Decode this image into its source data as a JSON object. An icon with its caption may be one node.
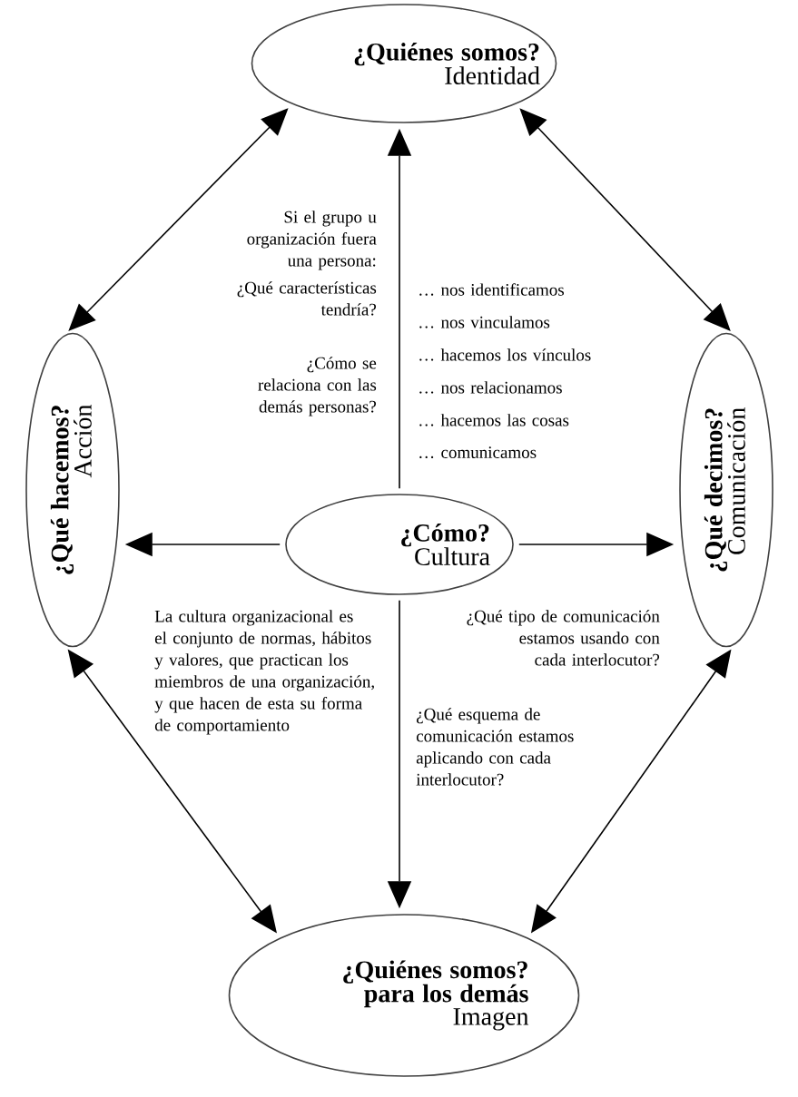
{
  "diagram": {
    "nodes": [
      {
        "text": [
          "¿Quiénes somos?",
          "Identidad"
        ]
      },
      {
        "text": [
          "¿Qué hacemos?",
          "Acción"
        ]
      },
      {
        "text": [
          "¿Cómo?",
          "Cultura"
        ]
      },
      {
        "text": [
          "¿Qué decimos?",
          "Comunicación"
        ]
      },
      {
        "text": [
          "¿Quiénes somos? para los demás",
          "Imagen"
        ]
      }
    ],
    "edges": [
      {
        "from": 2,
        "to": 0,
        "arrow": "to"
      },
      {
        "from": 2,
        "to": 1,
        "arrow": "to"
      },
      {
        "from": 2,
        "to": 3,
        "arrow": "to"
      },
      {
        "from": 2,
        "to": 4,
        "arrow": "to"
      },
      {
        "from": 0,
        "to": 1,
        "arrow": "both"
      },
      {
        "from": 0,
        "to": 3,
        "arrow": "both"
      },
      {
        "from": 4,
        "to": 1,
        "arrow": "both"
      },
      {
        "from": 4,
        "to": 3,
        "arrow": "both"
      }
    ],
    "labels": [
      "Si el grupo u organización fuera una persona:",
      "… nos identificamos",
      "¿Qué características tendría?",
      "… nos vinculamos",
      "… hacemos los vínculos",
      "¿Cómo se relaciona con las demás personas?",
      "… nos relacionamos",
      "… hacemos las cosas",
      "… comunicamos",
      "La cultura organizacional es el conjunto de normas, hábitos y valores, que practican los miembros de una organización, y que hacen de esta su forma de comportamiento",
      "¿Qué tipo de comunicación estamos usando con cada interlocutor?",
      "¿Qué esquema de comunicación estamos aplicando con cada interlocutor?"
    ]
  }
}
